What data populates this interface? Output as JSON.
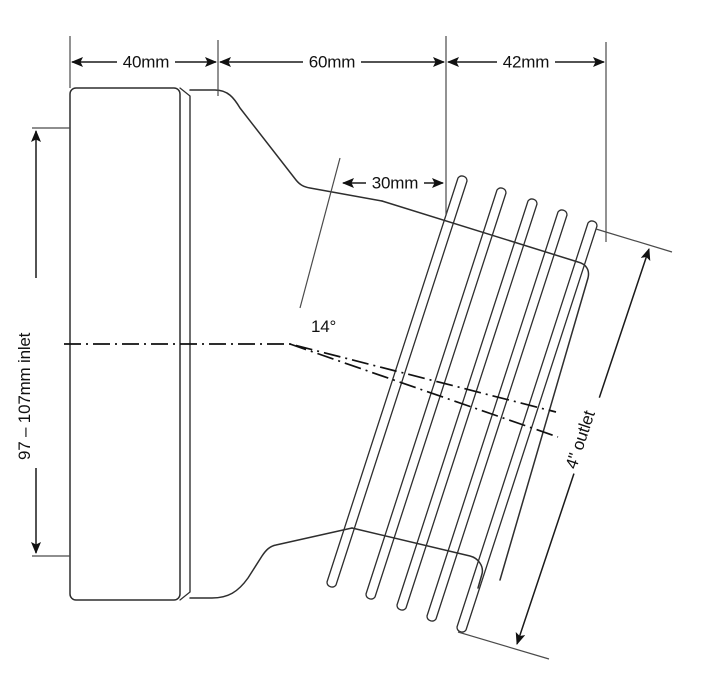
{
  "drawing": {
    "title": "WC pan connector technical drawing",
    "background_color": "#ffffff",
    "line_color": "#2e2e2e",
    "dimension_color": "#111111"
  },
  "dimensions": {
    "inlet_length": "40mm",
    "taper_length": "60mm",
    "outlet_length": "42mm",
    "offset": "30mm",
    "angle": "14°",
    "inlet_diameter": "97 – 107mm inlet",
    "outlet_size": "4\" outlet"
  },
  "labels": [
    {
      "id": "dim-40mm",
      "text": "40mm",
      "orientation": "horizontal"
    },
    {
      "id": "dim-60mm",
      "text": "60mm",
      "orientation": "horizontal"
    },
    {
      "id": "dim-42mm",
      "text": "42mm",
      "orientation": "horizontal"
    },
    {
      "id": "dim-30mm",
      "text": "30mm",
      "orientation": "horizontal"
    },
    {
      "id": "angle-14deg",
      "text": "14°",
      "orientation": "horizontal"
    },
    {
      "id": "dim-inlet",
      "text": "97 – 107mm inlet",
      "orientation": "vertical-rotated-270"
    },
    {
      "id": "dim-outlet",
      "text": "4\" outlet",
      "orientation": "diagonal-rotated-70"
    }
  ]
}
